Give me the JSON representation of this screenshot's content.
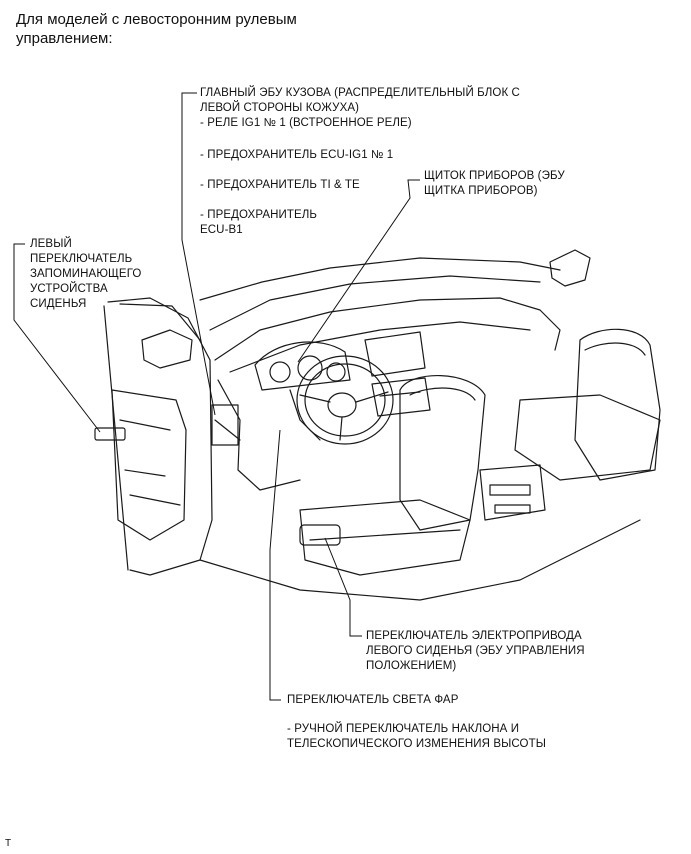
{
  "heading": "Для моделей с левосторонним рулевым управлением:",
  "labels": {
    "body_ecu": [
      "ГЛАВНЫЙ ЭБУ КУЗОВА (РАСПРЕДЕЛИТЕЛЬНЫЙ БЛОК С",
      "ЛЕВОЙ СТОРОНЫ КОЖУХА)",
      "- РЕЛЕ IG1 № 1 (ВСТРОЕННОЕ РЕЛЕ)"
    ],
    "fuse_ig1": "- ПРЕДОХРАНИТЕЛЬ ECU-IG1 № 1",
    "fuse_tite": "- ПРЕДОХРАНИТЕЛЬ TI & TE",
    "fuse_b1": [
      "- ПРЕДОХРАНИТЕЛЬ",
      "ECU-B1"
    ],
    "cluster": [
      "ЩИТОК ПРИБОРОВ (ЭБУ",
      "ЩИТКА ПРИБОРОВ)"
    ],
    "memory_switch": [
      "ЛЕВЫЙ",
      "ПЕРЕКЛЮЧАТЕЛЬ",
      "ЗАПОМИНАЮЩЕГО",
      "УСТРОЙСТВА",
      "СИДЕНЬЯ"
    ],
    "power_seat": [
      "ПЕРЕКЛЮЧАТЕЛЬ ЭЛЕКТРОПРИВОДА",
      "ЛЕВОГО СИДЕНЬЯ (ЭБУ УПРАВЛЕНИЯ",
      "ПОЛОЖЕНИЕМ)"
    ],
    "headlight": "ПЕРЕКЛЮЧАТЕЛЬ СВЕТА ФАР",
    "tilt": [
      "- РУЧНОЙ ПЕРЕКЛЮЧАТЕЛЬ НАКЛОНА И",
      "ТЕЛЕСКОПИЧЕСКОГО ИЗМЕНЕНИЯ ВЫСОТЫ"
    ]
  },
  "footer": "T"
}
